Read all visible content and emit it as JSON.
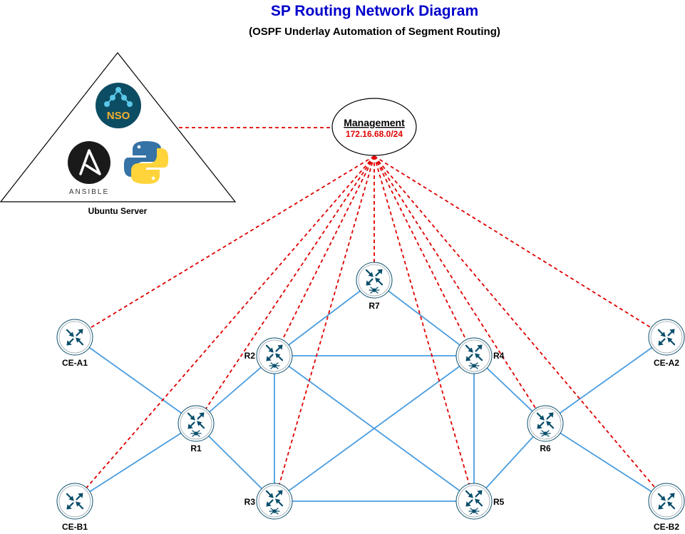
{
  "title": "SP Routing Network Diagram",
  "subtitle": "(OSPF Underlay Automation of Segment Routing)",
  "server": {
    "label": "Ubuntu Server",
    "logos": [
      "NSO",
      "ANSIBLE",
      "python-logo"
    ]
  },
  "management": {
    "name": "Management",
    "subnet": "172.16.68.0/24"
  },
  "colors": {
    "link": "#4a9de0",
    "mgmt": "#e00000",
    "router": "#0b4f6c",
    "title": "#0000cc"
  },
  "nodes": [
    {
      "id": "R7",
      "label": "R7",
      "kind": "router"
    },
    {
      "id": "R2",
      "label": "R2",
      "kind": "router"
    },
    {
      "id": "R4",
      "label": "R4",
      "kind": "router"
    },
    {
      "id": "R1",
      "label": "R1",
      "kind": "router"
    },
    {
      "id": "R6",
      "label": "R6",
      "kind": "router"
    },
    {
      "id": "R3",
      "label": "R3",
      "kind": "router"
    },
    {
      "id": "R5",
      "label": "R5",
      "kind": "router"
    },
    {
      "id": "CE-A1",
      "label": "CE-A1",
      "kind": "ce"
    },
    {
      "id": "CE-A2",
      "label": "CE-A2",
      "kind": "ce"
    },
    {
      "id": "CE-B1",
      "label": "CE-B1",
      "kind": "ce"
    },
    {
      "id": "CE-B2",
      "label": "CE-B2",
      "kind": "ce"
    }
  ],
  "links": [
    [
      "R7",
      "R2"
    ],
    [
      "R7",
      "R4"
    ],
    [
      "R2",
      "R4"
    ],
    [
      "R2",
      "R1"
    ],
    [
      "R2",
      "R3"
    ],
    [
      "R2",
      "R5"
    ],
    [
      "R4",
      "R3"
    ],
    [
      "R4",
      "R5"
    ],
    [
      "R4",
      "R6"
    ],
    [
      "R3",
      "R5"
    ],
    [
      "R1",
      "R3"
    ],
    [
      "R6",
      "R5"
    ],
    [
      "CE-A1",
      "R1"
    ],
    [
      "CE-B1",
      "R1"
    ],
    [
      "CE-A2",
      "R6"
    ],
    [
      "CE-B2",
      "R6"
    ]
  ],
  "management_links": [
    "server",
    "CE-A1",
    "CE-B1",
    "R1",
    "R2",
    "R3",
    "R7",
    "R4",
    "R5",
    "R6",
    "CE-A2",
    "CE-B2"
  ]
}
